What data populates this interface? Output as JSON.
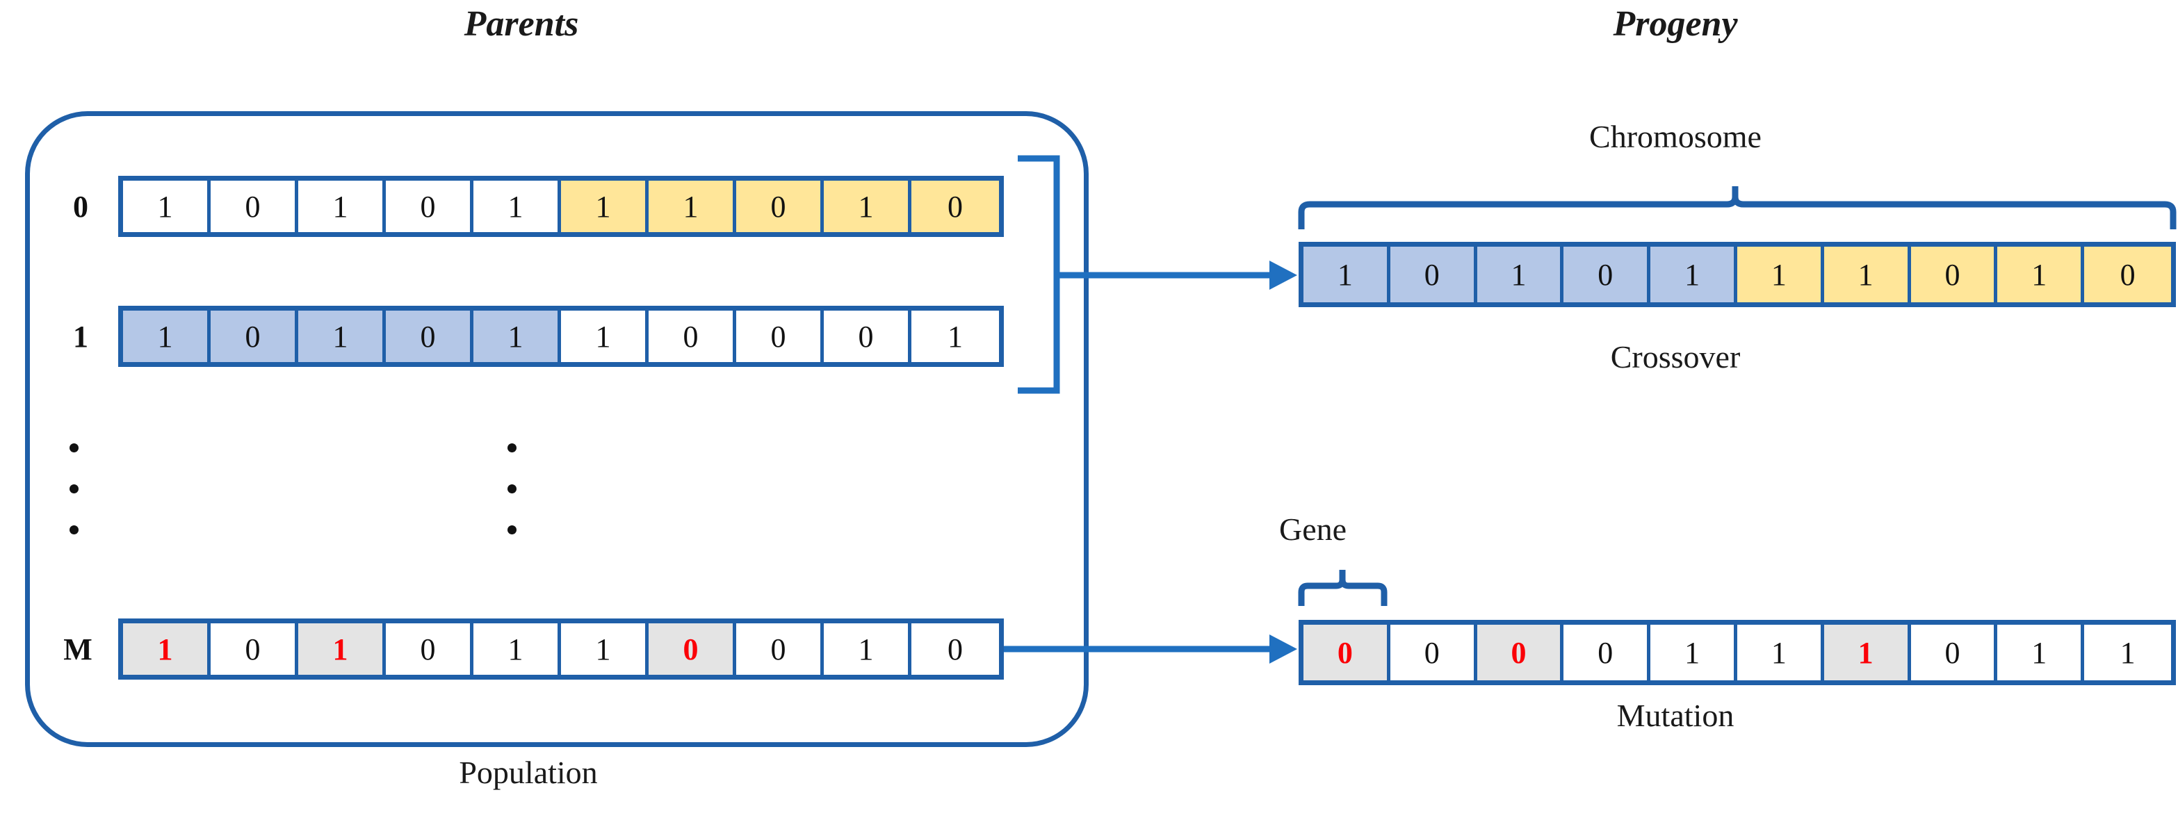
{
  "diagram": {
    "titles": {
      "parents": "Parents",
      "progeny": "Progeny"
    },
    "labels": {
      "chromosome": "Chromosome",
      "crossover": "Crossover",
      "gene": "Gene",
      "mutation": "Mutation",
      "population": "Population"
    },
    "colors": {
      "outline_blue": "#1f5fa8",
      "arrow_blue": "#2070c0",
      "cell_blue": "#b4c7e7",
      "cell_yellow": "#ffe699",
      "cell_grey": "#e4e4e4",
      "highlight_red": "#fb0007",
      "text_black": "#111111",
      "background": "#ffffff"
    },
    "population": {
      "rows": [
        {
          "label": "0",
          "cells": [
            {
              "value": "1",
              "fill": "white",
              "text": "black"
            },
            {
              "value": "0",
              "fill": "white",
              "text": "black"
            },
            {
              "value": "1",
              "fill": "white",
              "text": "black"
            },
            {
              "value": "0",
              "fill": "white",
              "text": "black"
            },
            {
              "value": "1",
              "fill": "white",
              "text": "black"
            },
            {
              "value": "1",
              "fill": "yellow",
              "text": "black"
            },
            {
              "value": "1",
              "fill": "yellow",
              "text": "black"
            },
            {
              "value": "0",
              "fill": "yellow",
              "text": "black"
            },
            {
              "value": "1",
              "fill": "yellow",
              "text": "black"
            },
            {
              "value": "0",
              "fill": "yellow",
              "text": "black"
            }
          ]
        },
        {
          "label": "1",
          "cells": [
            {
              "value": "1",
              "fill": "blue",
              "text": "black"
            },
            {
              "value": "0",
              "fill": "blue",
              "text": "black"
            },
            {
              "value": "1",
              "fill": "blue",
              "text": "black"
            },
            {
              "value": "0",
              "fill": "blue",
              "text": "black"
            },
            {
              "value": "1",
              "fill": "blue",
              "text": "black"
            },
            {
              "value": "1",
              "fill": "white",
              "text": "black"
            },
            {
              "value": "0",
              "fill": "white",
              "text": "black"
            },
            {
              "value": "0",
              "fill": "white",
              "text": "black"
            },
            {
              "value": "0",
              "fill": "white",
              "text": "black"
            },
            {
              "value": "1",
              "fill": "white",
              "text": "black"
            }
          ]
        },
        {
          "label": "M",
          "cells": [
            {
              "value": "1",
              "fill": "grey",
              "text": "red"
            },
            {
              "value": "0",
              "fill": "white",
              "text": "black"
            },
            {
              "value": "1",
              "fill": "grey",
              "text": "red"
            },
            {
              "value": "0",
              "fill": "white",
              "text": "black"
            },
            {
              "value": "1",
              "fill": "white",
              "text": "black"
            },
            {
              "value": "1",
              "fill": "white",
              "text": "black"
            },
            {
              "value": "0",
              "fill": "grey",
              "text": "red"
            },
            {
              "value": "0",
              "fill": "white",
              "text": "black"
            },
            {
              "value": "1",
              "fill": "white",
              "text": "black"
            },
            {
              "value": "0",
              "fill": "white",
              "text": "black"
            }
          ]
        }
      ],
      "ellipsis_dots": [
        "•",
        "•",
        "•"
      ]
    },
    "progeny": {
      "crossover_row": {
        "cells": [
          {
            "value": "1",
            "fill": "blue",
            "text": "black"
          },
          {
            "value": "0",
            "fill": "blue",
            "text": "black"
          },
          {
            "value": "1",
            "fill": "blue",
            "text": "black"
          },
          {
            "value": "0",
            "fill": "blue",
            "text": "black"
          },
          {
            "value": "1",
            "fill": "blue",
            "text": "black"
          },
          {
            "value": "1",
            "fill": "yellow",
            "text": "black"
          },
          {
            "value": "1",
            "fill": "yellow",
            "text": "black"
          },
          {
            "value": "0",
            "fill": "yellow",
            "text": "black"
          },
          {
            "value": "1",
            "fill": "yellow",
            "text": "black"
          },
          {
            "value": "0",
            "fill": "yellow",
            "text": "black"
          }
        ]
      },
      "mutation_row": {
        "cells": [
          {
            "value": "0",
            "fill": "grey",
            "text": "red"
          },
          {
            "value": "0",
            "fill": "white",
            "text": "black"
          },
          {
            "value": "0",
            "fill": "grey",
            "text": "red"
          },
          {
            "value": "0",
            "fill": "white",
            "text": "black"
          },
          {
            "value": "1",
            "fill": "white",
            "text": "black"
          },
          {
            "value": "1",
            "fill": "white",
            "text": "black"
          },
          {
            "value": "1",
            "fill": "grey",
            "text": "red"
          },
          {
            "value": "0",
            "fill": "white",
            "text": "black"
          },
          {
            "value": "1",
            "fill": "white",
            "text": "black"
          },
          {
            "value": "1",
            "fill": "white",
            "text": "black"
          }
        ]
      }
    },
    "connectors": {
      "parents_bracket_icon": "right-square-bracket",
      "crossover_arrow_icon": "arrow-right-icon",
      "mutation_arrow_icon": "arrow-right-icon",
      "chromosome_brace_icon": "curly-brace-up-icon",
      "gene_brace_icon": "curly-brace-up-icon"
    }
  }
}
